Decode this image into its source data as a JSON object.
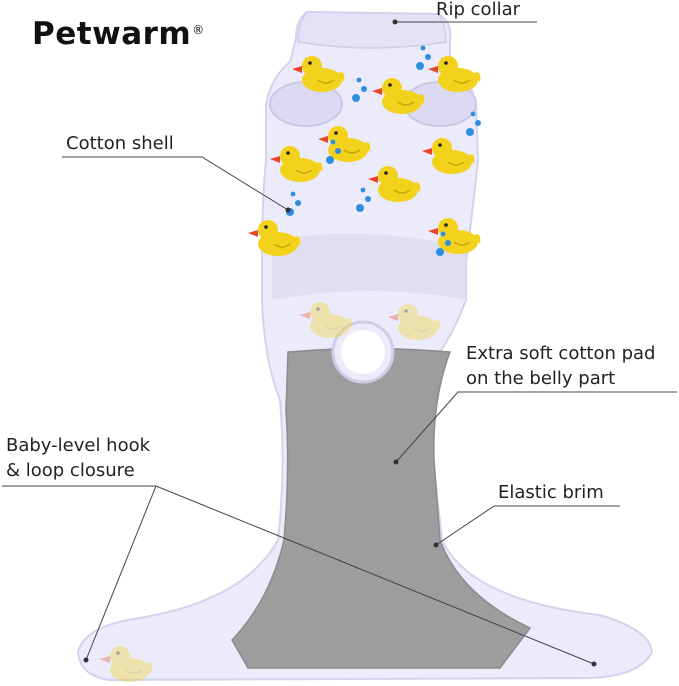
{
  "brand": {
    "name": "Petwarm",
    "mark": "®"
  },
  "callouts": {
    "rip_collar": "Rip  collar",
    "cotton_shell": "Cotton shell",
    "belly_pad_line1": "Extra soft cotton pad",
    "belly_pad_line2": "on the belly part",
    "hook_loop_line1": "Baby-level hook",
    "hook_loop_line2": "& loop closure",
    "elastic_brim": "Elastic brim"
  },
  "colors": {
    "fabric": "#ecebfb",
    "fabric_shadow": "#d9d8f0",
    "belly_pad": "#9d9d9d",
    "duck_yellow": "#f2d21a",
    "duck_beak": "#e8462a",
    "bubble_blue": "#2f8ee0",
    "leader_line": "#444444"
  },
  "icons": [
    "duck-print-icon",
    "bubble-print-icon"
  ]
}
